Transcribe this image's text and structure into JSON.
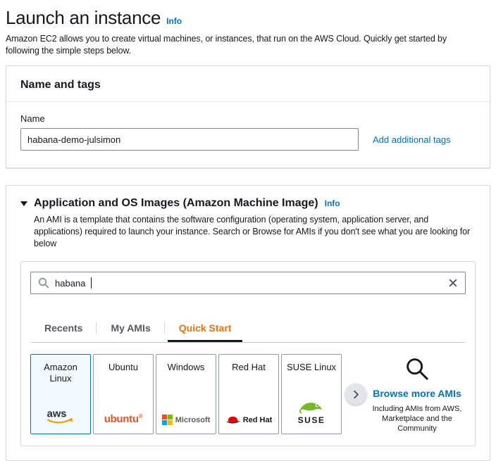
{
  "colors": {
    "accent_orange": "#ec7211",
    "link_blue": "#0073bb",
    "selected_card_bg": "#f1faff",
    "selected_card_border": "#0073bb",
    "aws_orange": "#ff9900",
    "ubuntu_orange": "#e95420",
    "redhat_red": "#ee0000",
    "suse_green": "#73ba25"
  },
  "header": {
    "title": "Launch an instance",
    "info_label": "Info",
    "description": "Amazon EC2 allows you to create virtual machines, or instances, that run on the AWS Cloud. Quickly get started by following the simple steps below."
  },
  "name_and_tags": {
    "section_title": "Name and tags",
    "name_label": "Name",
    "name_value": "habana-demo-julsimon",
    "add_tags_label": "Add additional tags"
  },
  "ami_section": {
    "section_title": "Application and OS Images (Amazon Machine Image)",
    "info_label": "Info",
    "description": "An AMI is a template that contains the software configuration (operating system, application server, and applications) required to launch your instance. Search or Browse for AMIs if you don't see what you are looking for below",
    "search": {
      "value": "habana"
    },
    "tabs": [
      {
        "label": "Recents",
        "active": false
      },
      {
        "label": "My AMIs",
        "active": false
      },
      {
        "label": "Quick Start",
        "active": true
      }
    ],
    "ami_cards": [
      {
        "name": "Amazon Linux",
        "brand": "aws",
        "selected": true
      },
      {
        "name": "Ubuntu",
        "brand": "ubuntu",
        "reg": "®",
        "selected": false
      },
      {
        "name": "Windows",
        "brand": "Microsoft",
        "selected": false
      },
      {
        "name": "Red Hat",
        "brand": "Red Hat",
        "selected": false
      },
      {
        "name": "SUSE Linux",
        "brand": "SUSE",
        "selected": false
      }
    ],
    "browse_more": {
      "title": "Browse more AMIs",
      "subtitle": "Including AMIs from AWS, Marketplace and the Community"
    }
  }
}
